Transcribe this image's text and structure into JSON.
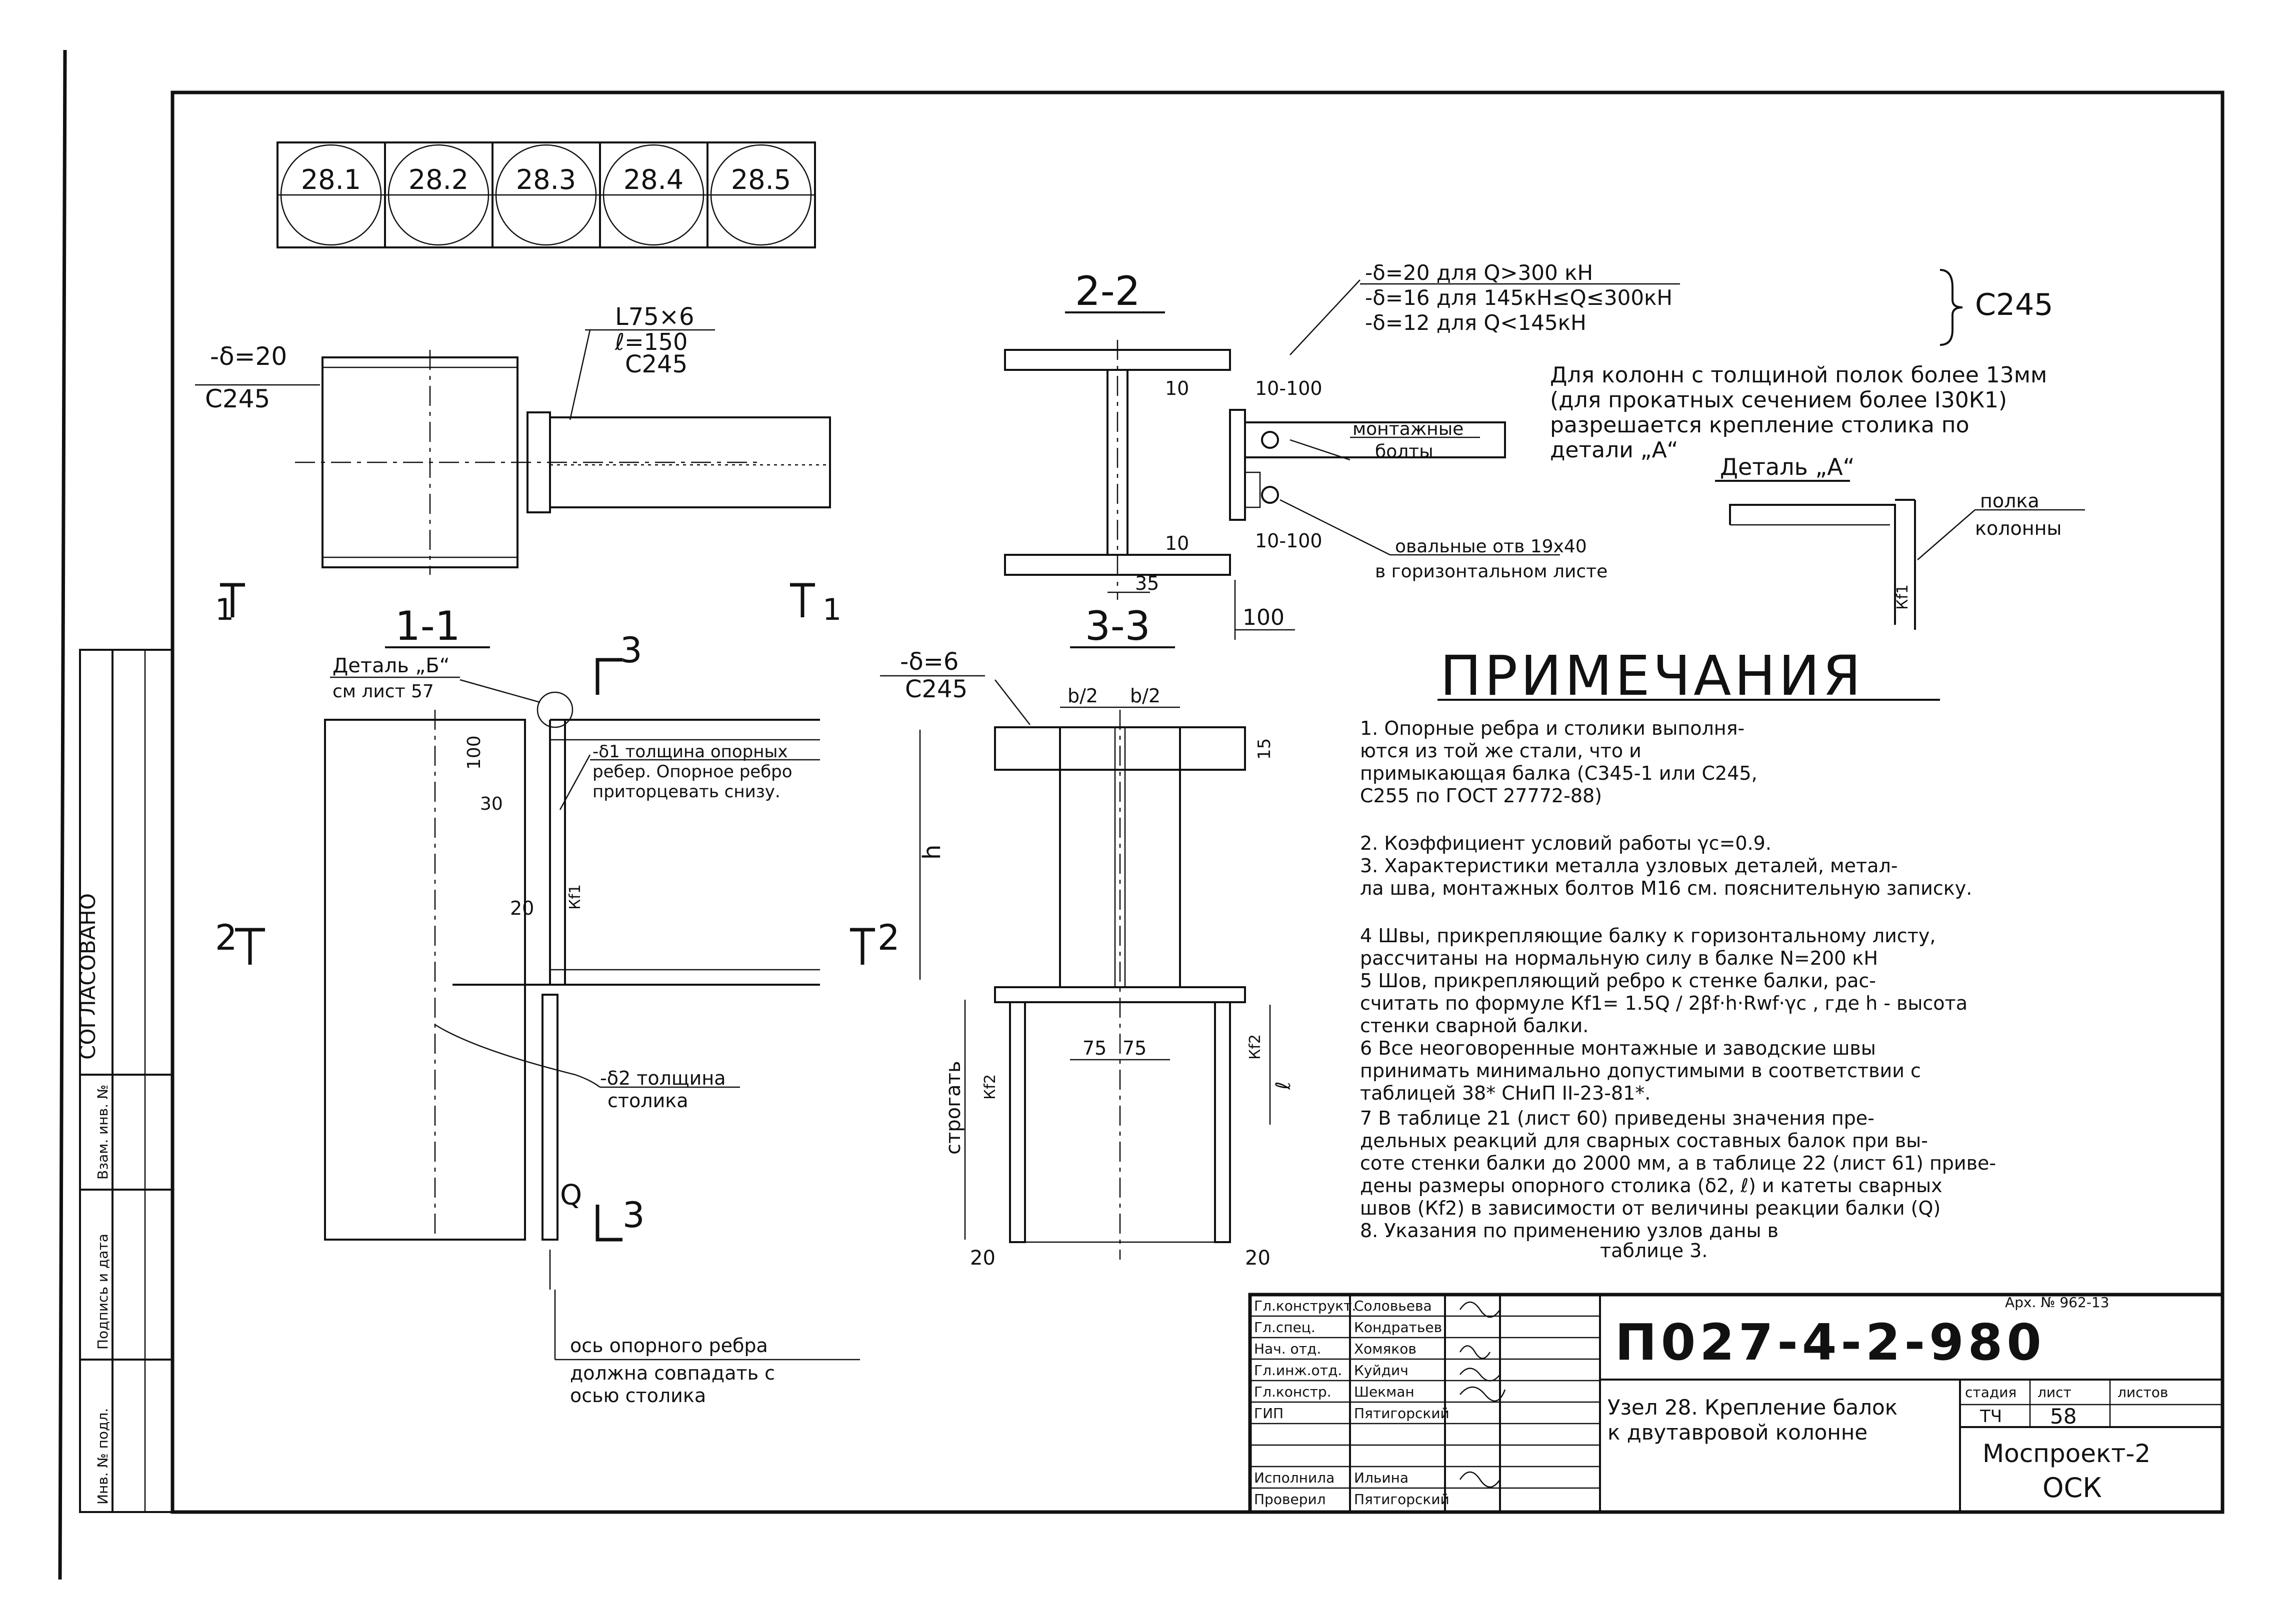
{
  "sheet_index": [
    "28.1",
    "28.2",
    "28.3",
    "28.4",
    "28.5"
  ],
  "section_2_2": {
    "label": "2-2",
    "thickness_notes": [
      "-δ=20 для Q>300 кН",
      "-δ=16 для 145кН≤Q≤300кН",
      "-δ=12 для Q<145кН"
    ],
    "steel": "С245",
    "dims": [
      "10",
      "10-100",
      "10",
      "10-100",
      "35",
      "100"
    ],
    "bolts_label": [
      "монтажные",
      "болты"
    ],
    "holes_label": [
      "овальные отв 19х40",
      "в горизонтальном листе"
    ]
  },
  "column_note": [
    "Для колонн с толщиной полок более 13мм",
    "(для прокатных сечением более I30К1)",
    "разрешается крепление столика по",
    "детали „А“"
  ],
  "detail_a": {
    "title": "Деталь „А“",
    "flange_label": [
      "полка",
      "колонны"
    ],
    "weld": "Кf1"
  },
  "plan_view": {
    "plate_thickness": "-δ=20",
    "plate_steel": "С245",
    "angle": "L75×6",
    "angle_length": "ℓ=150",
    "angle_steel": "С245",
    "cut_left": "1",
    "cut_right": "1"
  },
  "section_1_1": {
    "label": "1-1",
    "detail_b": "Деталь „Б“",
    "detail_b_ref": "см лист 57",
    "cut_top": "3",
    "cut_bottom": "3",
    "cut_left": "2",
    "cut_right": "2",
    "rib_note": [
      "-δ1 толщина опорных",
      "ребер. Опорное ребро",
      "приторцевать снизу."
    ],
    "dims": [
      "100",
      "30",
      "20",
      "h"
    ],
    "weld": "Кf1",
    "table_note": [
      "-δ2 толщина",
      "столика"
    ],
    "load": "Q",
    "axis_note": [
      "ось опорного ребра",
      "должна совпадать с",
      "осью столика"
    ]
  },
  "section_3_3": {
    "label": "3-3",
    "plate_thickness": "-δ=6",
    "plate_steel": "С245",
    "dims": [
      "b/2",
      "b/2",
      "15",
      "75",
      "75",
      "ℓ",
      "20",
      "20"
    ],
    "welds": [
      "Кf2",
      "Кf2"
    ],
    "strogat": "строгать"
  },
  "notes": {
    "title": "ПРИМЕЧАНИЯ",
    "lines": [
      "1. Опорные ребра и столики выполня-",
      "ются из той же стали, что и",
      "примыкающая балка (С345-1 или С245,",
      "С255 по ГОСТ 27772-88)",
      "",
      "2. Коэффициент условий работы γc=0.9.",
      "3. Характеристики металла узловых деталей, метал-",
      "ла шва, монтажных болтов М16 см. пояснительную записку.",
      "",
      "4 Швы, прикрепляющие балку к горизонтальному листу,",
      "рассчитаны на нормальную силу в балке N=200 кН",
      "5 Шов, прикрепляющий ребро к стенке балки, рас-",
      "считать по формуле Кf1= 1.5Q / 2βf·h·Rwf·γc , где h - высота",
      "стенки сварной балки.",
      "6 Все неоговоренные монтажные и заводские швы",
      "принимать минимально допустимыми в соответствии с",
      "таблицей 38* СНиП II-23-81*.",
      "7 В таблице 21 (лист 60) приведены значения пре-",
      "дельных реакций для сварных составных балок при вы-",
      "соте стенки балки до 2000 мм, а в таблице 22 (лист 61) приве-",
      "дены размеры опорного столика (δ2, ℓ) и катеты сварных",
      "швов (Кf2) в зависимости от величины реакции балки (Q)",
      "8. Указания по применению узлов даны в",
      "таблице 3."
    ]
  },
  "left_strip": {
    "agreed": "СОГЛАСОВАНО",
    "cells": [
      "Взам. инв. №",
      "Подпись и дата",
      "Инв. № подл."
    ]
  },
  "title_block": {
    "code": "П027-4-2-980",
    "arch": "Арх. № 962-13",
    "roles": [
      "Гл.конструкт.",
      "Гл.спец.",
      "Нач. отд.",
      "Гл.инж.отд.",
      "Гл.констр.",
      "ГИП",
      "",
      "",
      "Исполнила",
      "Проверил"
    ],
    "names": [
      "Соловьева",
      "Кондратьев",
      "Хомяков",
      "Куйдич",
      "Шекман",
      "Пятигорский",
      "",
      "",
      "Ильина",
      "Пятигорский"
    ],
    "title": [
      "Узел 28. Крепление балок",
      "к двутавровой колонне"
    ],
    "stage_header": [
      "стадия",
      "лист",
      "листов"
    ],
    "stage": "ТЧ",
    "sheet": "58",
    "sheets": "",
    "org": "Моспроект-2",
    "dept": "ОСК"
  }
}
